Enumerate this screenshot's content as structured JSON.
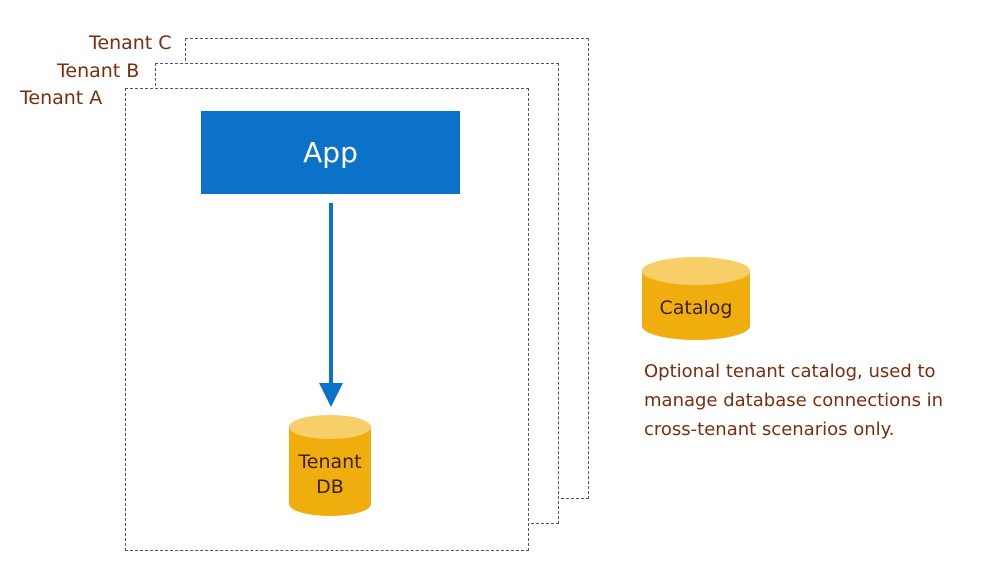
{
  "tenants": [
    {
      "label": "Tenant C"
    },
    {
      "label": "Tenant B"
    },
    {
      "label": "Tenant A"
    }
  ],
  "app": {
    "label": "App"
  },
  "tenant_db": {
    "line1": "Tenant",
    "line2": "DB"
  },
  "catalog": {
    "label": "Catalog",
    "description": [
      "Optional tenant catalog, used to",
      "manage database connections in",
      "cross-tenant scenarios only."
    ]
  },
  "colors": {
    "app_fill": "#0a72c9",
    "arrow": "#0a72c9",
    "cylinder_body": "#f0ae0e",
    "cylinder_top": "#f7ce67",
    "label_text": "#7b2d0d",
    "frame_border": "#555555"
  }
}
